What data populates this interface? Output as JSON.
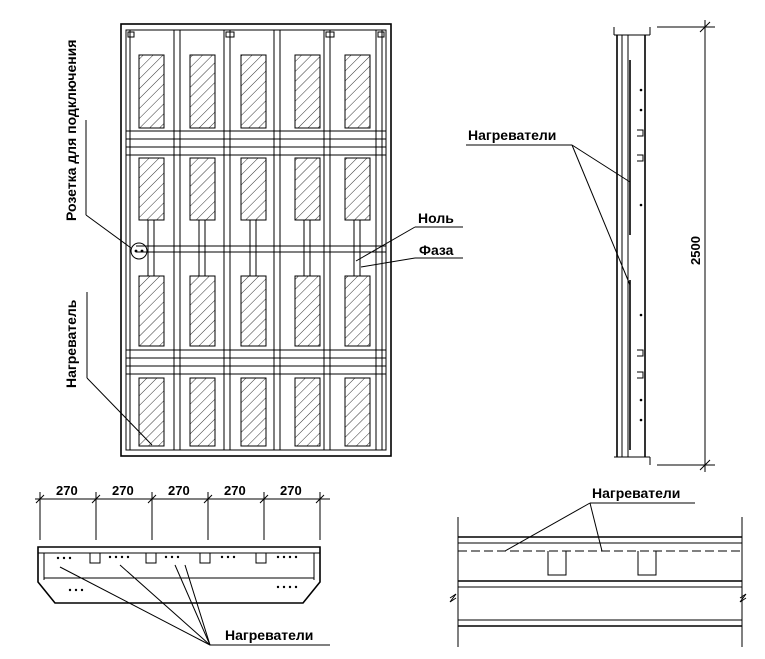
{
  "labels": {
    "socket": "Розетка для подключения",
    "neutral": "Ноль",
    "phase": "Фаза",
    "heater": "Нагреватель",
    "heaters_side": "Нагреватели",
    "heaters_bottom_left": "Нагреватели",
    "heaters_bottom_right": "Нагреватели",
    "height_dim": "2500"
  },
  "dimensions": [
    "270",
    "270",
    "270",
    "270",
    "270"
  ]
}
